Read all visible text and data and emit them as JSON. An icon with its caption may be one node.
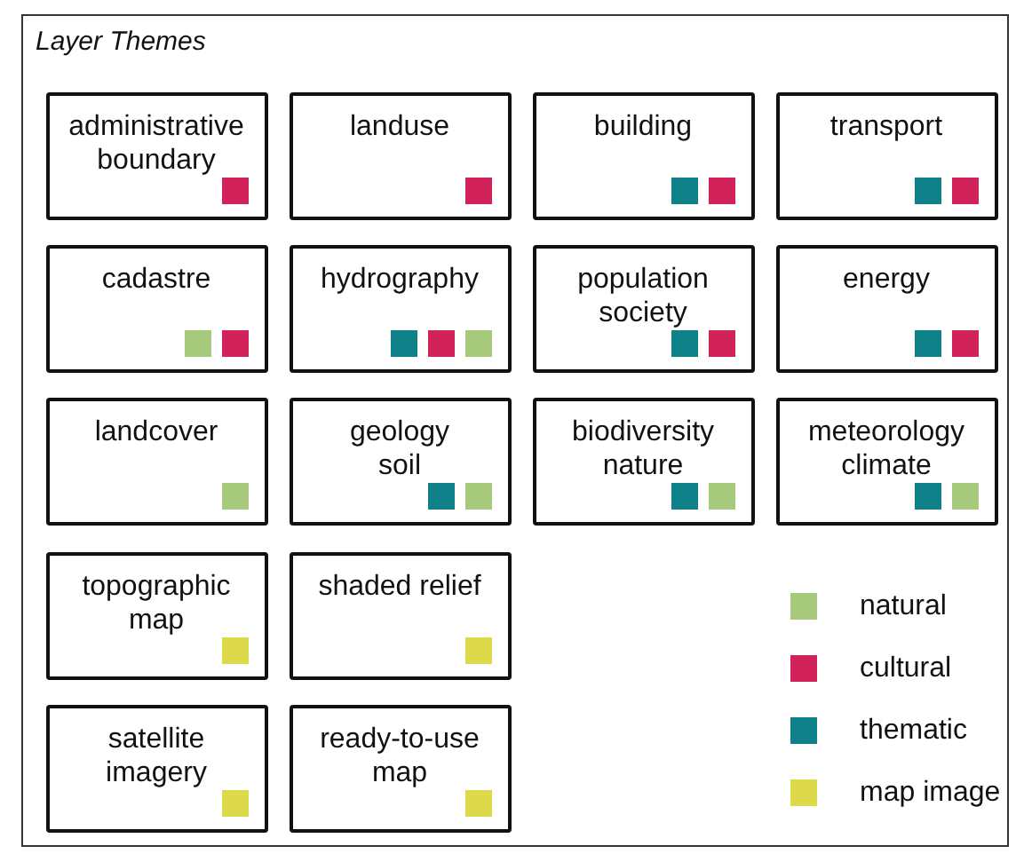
{
  "diagram": {
    "nodes": [
      {
        "text": [
          "Layer Themes"
        ]
      },
      {
        "text": [
          "administrative boundary"
        ],
        "in": 0
      },
      {
        "text": [
          "landuse"
        ],
        "in": 0
      },
      {
        "text": [
          "building"
        ],
        "in": 0
      },
      {
        "text": [
          "transport"
        ],
        "in": 0
      },
      {
        "text": [
          "cadastre"
        ],
        "in": 0
      },
      {
        "text": [
          "hydrography"
        ],
        "in": 0
      },
      {
        "text": [
          "population society"
        ],
        "in": 0
      },
      {
        "text": [
          "energy"
        ],
        "in": 0
      },
      {
        "text": [
          "landcover"
        ],
        "in": 0
      },
      {
        "text": [
          "geology soil"
        ],
        "in": 0
      },
      {
        "text": [
          "biodiversity nature"
        ],
        "in": 0
      },
      {
        "text": [
          "meteorology climate"
        ],
        "in": 0
      },
      {
        "text": [
          "topographic map"
        ],
        "in": 0
      },
      {
        "text": [
          "shaded relief"
        ],
        "in": 0
      },
      {
        "text": [
          "satellite imagery"
        ],
        "in": 0
      },
      {
        "text": [
          "ready-to-use map"
        ],
        "in": 0
      }
    ],
    "legend": [
      {
        "text": "natural",
        "color": "#a6c97b"
      },
      {
        "text": "cultural",
        "color": "#d2225a"
      },
      {
        "text": "thematic",
        "color": "#0e8189"
      },
      {
        "text": "map image",
        "color": "#dcd94a"
      }
    ]
  }
}
